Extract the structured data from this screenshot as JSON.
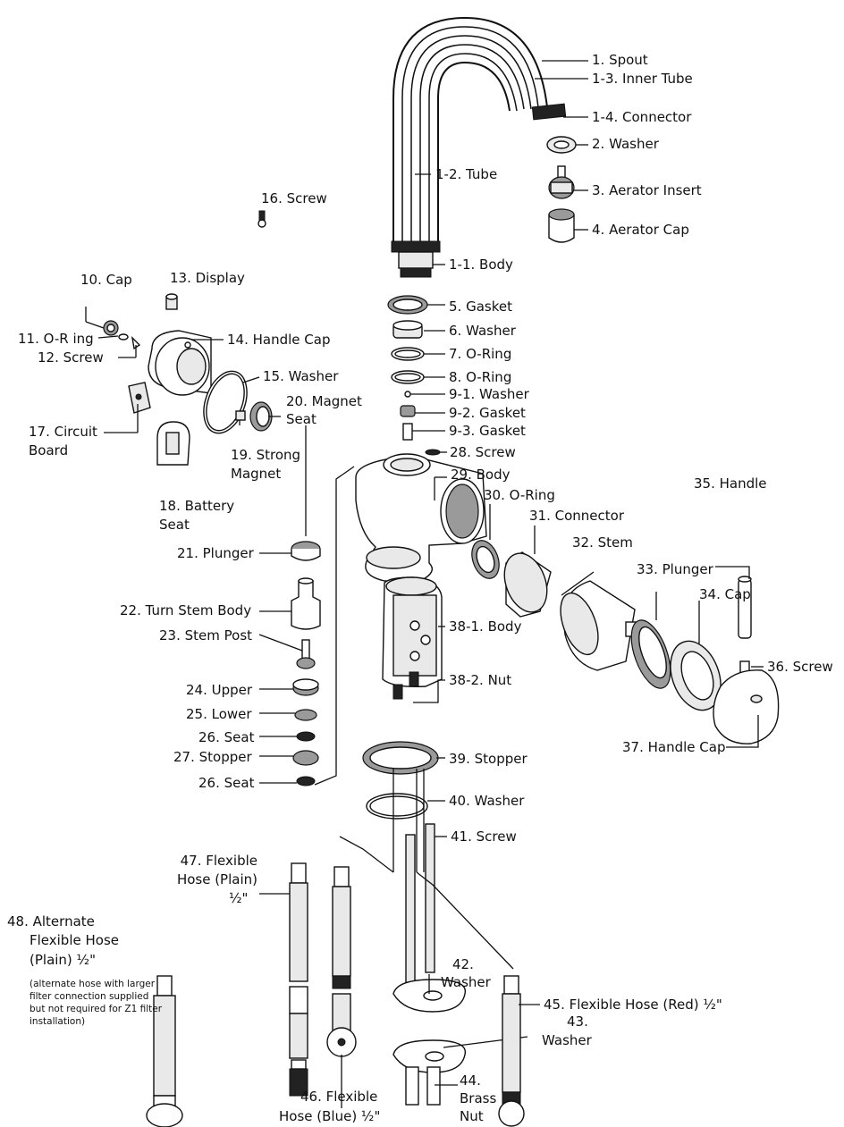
{
  "labels": {
    "p1": "1. Spout",
    "p1_3": "1-3. Inner Tube",
    "p1_4": "1-4. Connector",
    "p2": "2. Washer",
    "p1_2": "1-2. Tube",
    "p3": "3. Aerator Insert",
    "p16": "16. Screw",
    "p4": "4. Aerator Cap",
    "p1_1": "1-1. Body",
    "p13": "13. Display",
    "p10": "10. Cap",
    "p5": "5. Gasket",
    "p6": "6. Washer",
    "p11": "11. O-R ing",
    "p14": "14. Handle Cap",
    "p12": "12. Screw",
    "p7": "7. O-Ring",
    "p15": "15. Washer",
    "p8": "8. O-Ring",
    "p20a": "20. Magnet",
    "p20b": "Seat",
    "p9_1": "9-1. Washer",
    "p9_2": "9-2. Gasket",
    "p17a": "17. Circuit",
    "p17b": "Board",
    "p9_3": "9-3. Gasket",
    "p19a": "19. Strong",
    "p19b": "Magnet",
    "p28": "28. Screw",
    "p29": "29. Body",
    "p30": "30. O-Ring",
    "p35": "35. Handle",
    "p31": "31. Connector",
    "p18a": "18. Battery",
    "p18b": "Seat",
    "p32": "32. Stem",
    "p21": "21. Plunger",
    "p33": "33. Plunger",
    "p34": "34. Cap",
    "p22": "22. Turn Stem Body",
    "p36": "36. Screw",
    "p38_1": "38-1. Body",
    "p23": "23. Stem Post",
    "p24": "24. Upper",
    "p38_2": "38-2. Nut",
    "p25": "25. Lower",
    "p37": "37. Handle Cap",
    "p26a": "26. Seat",
    "p27": "27. Stopper",
    "p39": "39. Stopper",
    "p26b": "26. Seat",
    "p40": "40. Washer",
    "p41": "41. Screw",
    "p47a": "47. Flexible",
    "p47b": "Hose (Plain)",
    "p47c": "½\"",
    "p48a": "48. Alternate",
    "p48b": "Flexible Hose",
    "p48c": "(Plain) ½\"",
    "p42a": "42.",
    "p42b": "Washer",
    "p45": "45. Flexible Hose (Red) ½\"",
    "p43a": "43.",
    "p43b": "Washer",
    "p44a": "44.",
    "p44b": "Brass",
    "p44c": "Nut",
    "p46a": "46. Flexible",
    "p46b": "Hose (Blue) ½\""
  },
  "note": "(alternate hose with larger filter connection supplied but not required for Z1 filter installation)"
}
